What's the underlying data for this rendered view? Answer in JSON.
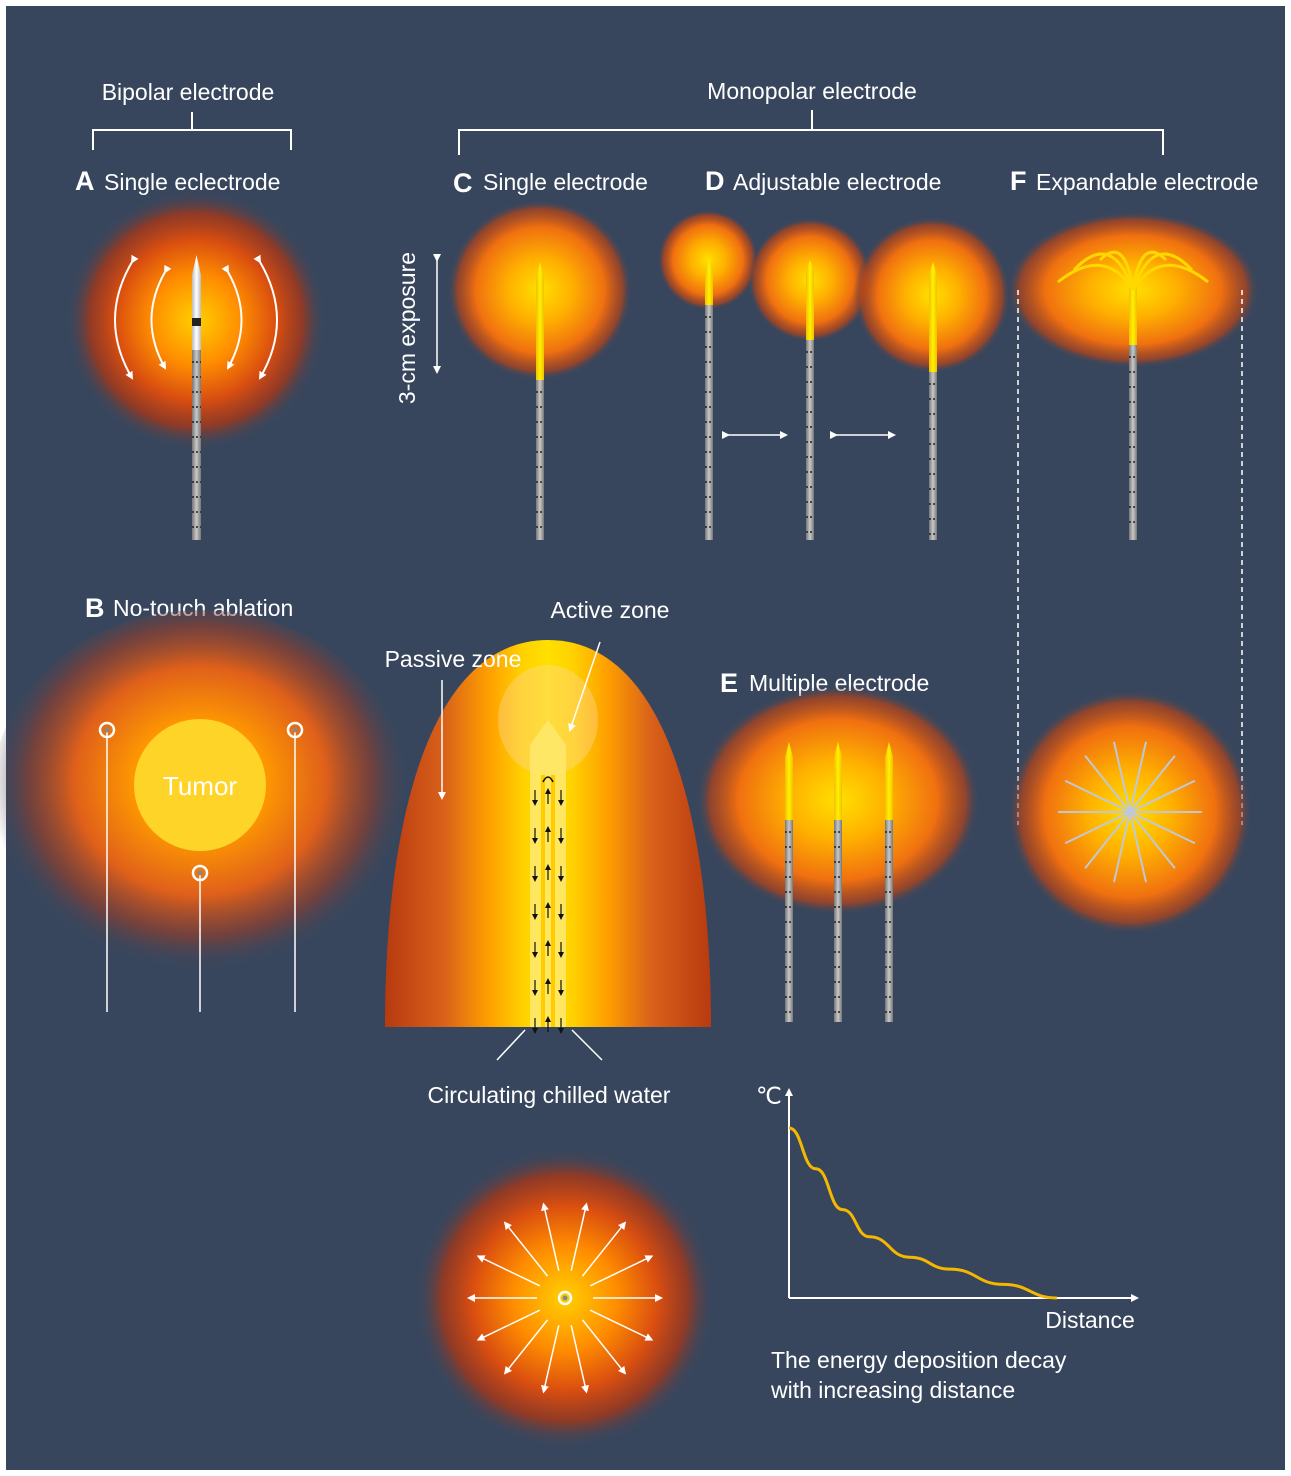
{
  "colors": {
    "background": "#38465d",
    "hot_core": "#ffe000",
    "mid_orange": "#ff8c00",
    "outer_red": "#c84010",
    "white": "#ffffff"
  },
  "headers": {
    "bipolar": "Bipolar electrode",
    "monopolar": "Monopolar electrode"
  },
  "panels": {
    "a": {
      "letter": "A",
      "title": "Single eclectrode"
    },
    "b": {
      "letter": "B",
      "title": "No-touch ablation",
      "tumor": "Tumor"
    },
    "c": {
      "letter": "C",
      "title": "Single electrode",
      "exposure": "3-cm exposure"
    },
    "d": {
      "letter": "D",
      "title": "Adjustable electrode"
    },
    "e": {
      "letter": "E",
      "title": "Multiple electrode"
    },
    "f": {
      "letter": "F",
      "title": "Expandable electrode"
    }
  },
  "cooled": {
    "active_zone": "Active zone",
    "passive_zone": "Passive zone",
    "chilled_water": "Circulating chilled water"
  },
  "chart": {
    "y_unit": "℃",
    "x_label": "Distance",
    "caption_line1": "The energy deposition decay",
    "caption_line2": "with increasing distance"
  },
  "chart_data": {
    "type": "line",
    "title": "",
    "xlabel": "Distance",
    "ylabel": "℃",
    "series": [
      {
        "name": "",
        "x": [
          0,
          0.1,
          0.2,
          0.3,
          0.45,
          0.6,
          0.8,
          1.0
        ],
        "y": [
          1.0,
          0.76,
          0.52,
          0.36,
          0.24,
          0.17,
          0.08,
          0.0
        ]
      }
    ],
    "grid": false
  }
}
